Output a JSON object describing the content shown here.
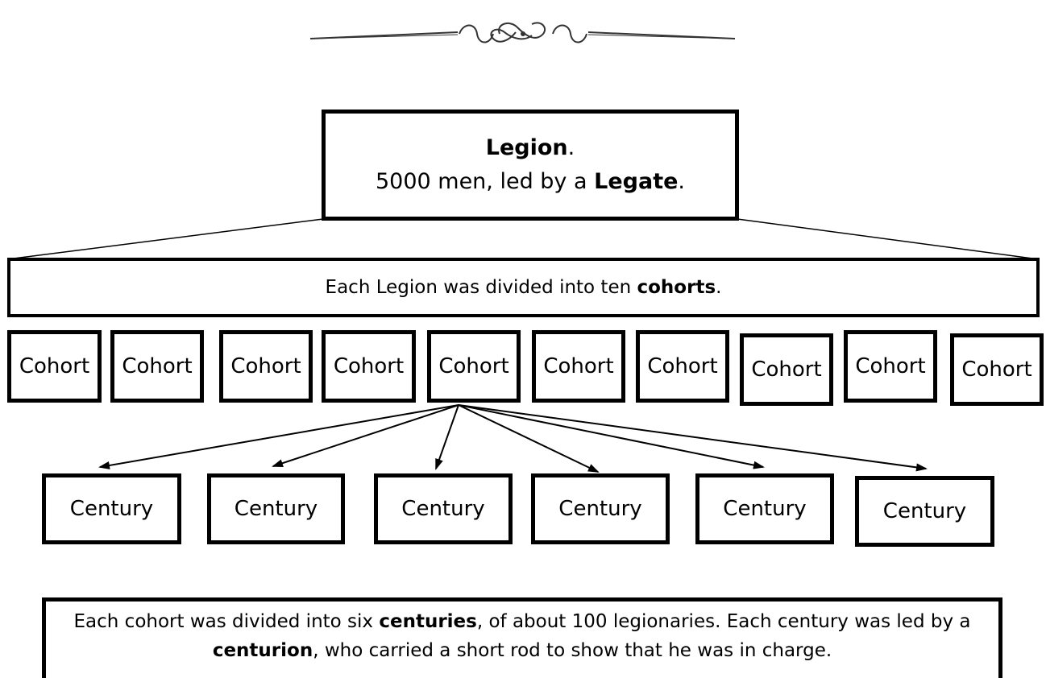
{
  "colors": {
    "ink": "#000000",
    "background": "#ffffff"
  },
  "ornament": {
    "icon": "scroll-flourish-divider"
  },
  "legion": {
    "title": "Legion",
    "title_punct": ".",
    "line2_pre": "5000 men, led by a ",
    "line2_bold": "Legate",
    "line2_post": "."
  },
  "cohorts_caption": {
    "pre": "Each Legion was divided into ten ",
    "bold": "cohorts",
    "post": "."
  },
  "cohorts": [
    "Cohort",
    "Cohort",
    "Cohort",
    "Cohort",
    "Cohort",
    "Cohort",
    "Cohort",
    "Cohort",
    "Cohort",
    "Cohort"
  ],
  "centuries": [
    "Century",
    "Century",
    "Century",
    "Century",
    "Century",
    "Century"
  ],
  "description": {
    "s1": "Each cohort was divided into six ",
    "b1": "centuries",
    "s2": ", of about 100 legionaries. Each century was led by a ",
    "b2": "centurion",
    "s3": ", who carried a short rod to show that he was in charge."
  }
}
